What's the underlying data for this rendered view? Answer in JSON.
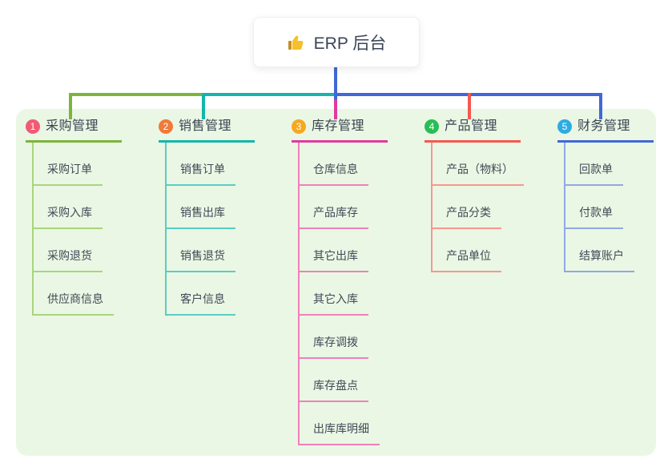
{
  "root": {
    "icon": "thumbs-up",
    "title": "ERP 后台"
  },
  "colors": {
    "root_line": "#4168d8",
    "panel_bg": "#eaf7e4",
    "title_text": "#3c4555",
    "header_text": "#3a4453",
    "item_text": "#414a58"
  },
  "branches": [
    {
      "num": "1",
      "label": "采购管理",
      "colors": {
        "main": "#7cb53c",
        "light": "#a8d57c",
        "badge": "#f25a74"
      },
      "items": [
        "采购订单",
        "采购入库",
        "采购退货",
        "供应商信息"
      ]
    },
    {
      "num": "2",
      "label": "销售管理",
      "colors": {
        "main": "#14b5ab",
        "light": "#59cdc3",
        "badge": "#ef7a3a"
      },
      "items": [
        "销售订单",
        "销售出库",
        "销售退货",
        "客户信息"
      ]
    },
    {
      "num": "3",
      "label": "库存管理",
      "colors": {
        "main": "#df3b9e",
        "light": "#f080bb",
        "badge": "#f8a81c"
      },
      "items": [
        "仓库信息",
        "产品库存",
        "其它出库",
        "其它入库",
        "库存调拨",
        "库存盘点",
        "出库库明细"
      ]
    },
    {
      "num": "4",
      "label": "产品管理",
      "colors": {
        "main": "#f4584f",
        "light": "#f89790",
        "badge": "#2abd57"
      },
      "items": [
        "产品（物料）",
        "产品分类",
        "产品单位"
      ]
    },
    {
      "num": "5",
      "label": "财务管理",
      "colors": {
        "main": "#4168d8",
        "light": "#92a7e4",
        "badge": "#2cace4"
      },
      "items": [
        "回款单",
        "付款单",
        "结算账户"
      ]
    }
  ]
}
